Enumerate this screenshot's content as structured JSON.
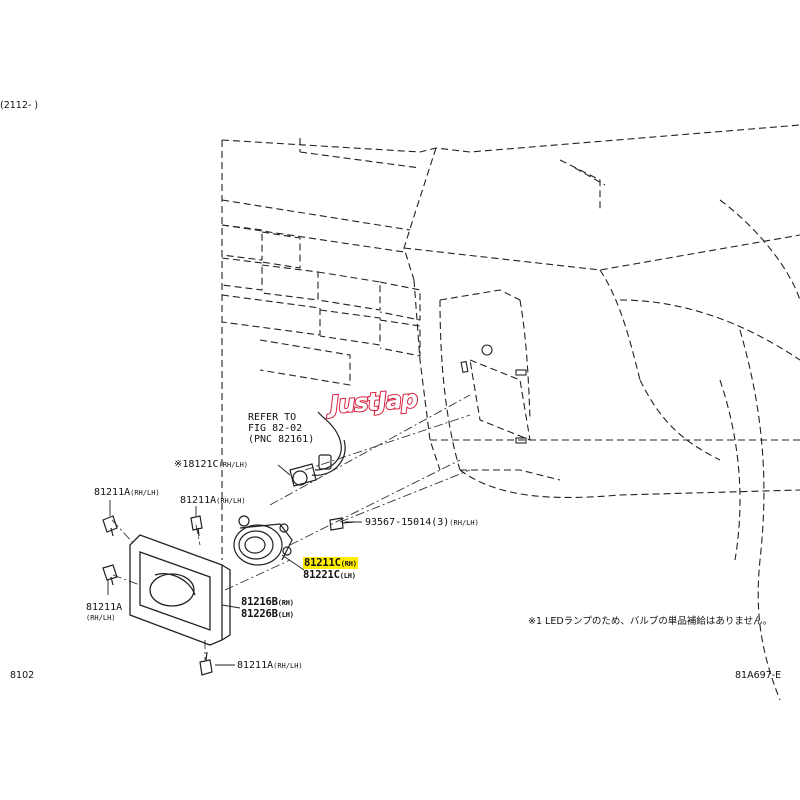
{
  "corner_top_left": "(2112- )",
  "corner_bottom_left": "8102",
  "corner_bottom_right": "81A697-E",
  "watermark": "JustJap",
  "note_japanese": "※1 LEDランプのため、バルブの単品補給はありません。",
  "refer": {
    "line1": "REFER TO",
    "line2": "FIG 82-02",
    "line3": "(PNC 82161)"
  },
  "parts": {
    "bulb_socket": {
      "prefix": "※1",
      "number": "8121C",
      "side": "(RH/LH)"
    },
    "clip_top_left": {
      "number": "81211A",
      "side": "(RH/LH)"
    },
    "clip_top_mid": {
      "number": "81211A",
      "side": "(RH/LH)"
    },
    "screw": {
      "number": "93567-15014",
      "qty": "(3)",
      "side": "(RH/LH)"
    },
    "fog_lamp": {
      "rh_number": "81211C",
      "rh_side": "(RH)",
      "lh_number": "81221C",
      "lh_side": "(LH)",
      "highlight_color": "#ffee00"
    },
    "clip_left": {
      "number": "81211A",
      "side": "(RH/LH)"
    },
    "bezel": {
      "rh_number": "81216B",
      "rh_side": "(RH)",
      "lh_number": "81226B",
      "lh_side": "(LH)"
    },
    "clip_bottom": {
      "number": "81211A",
      "side": "(RH/LH)"
    }
  }
}
